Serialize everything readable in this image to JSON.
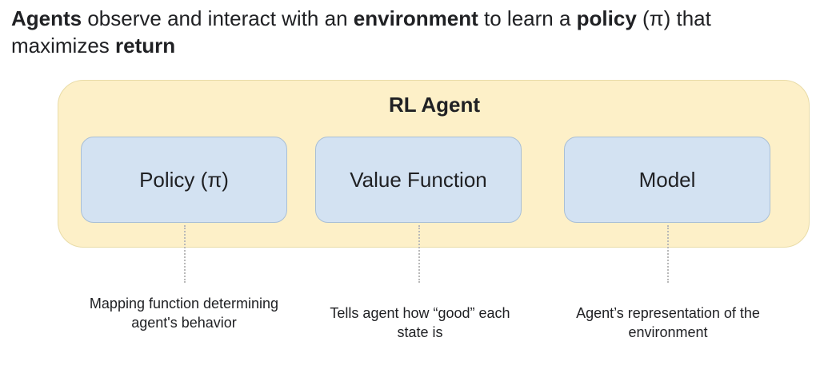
{
  "headline": {
    "w1": "Agents",
    "t1": " observe and interact with an ",
    "w2": "environment",
    "t2": " to learn a ",
    "w3": "policy",
    "t3": " (π) that maximizes ",
    "w4": "return"
  },
  "agent": {
    "title": "RL Agent"
  },
  "components": {
    "policy": {
      "label": "Policy (π)",
      "description": "Mapping function determining agent's behavior"
    },
    "value_function": {
      "label": "Value Function",
      "description": "Tells agent how “good” each state is"
    },
    "model": {
      "label": "Model",
      "description": "Agent’s representation of the environment"
    }
  },
  "colors": {
    "agent_fill": "#fdf0c8",
    "component_fill": "#d3e2f2",
    "connector": "#b9b9b9"
  }
}
